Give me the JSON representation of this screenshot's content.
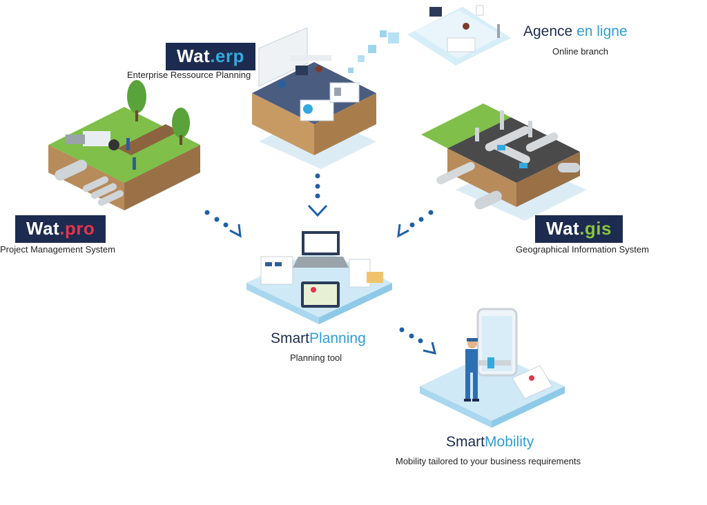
{
  "nodes": {
    "wat_erp": {
      "prefix": "Wat",
      "suffix": ".erp",
      "caption": "Enterprise Ressource Planning"
    },
    "wat_pro": {
      "prefix": "Wat",
      "suffix": ".pro",
      "caption": "Project Management System"
    },
    "wat_gis": {
      "prefix": "Wat",
      "suffix": ".gis",
      "caption": "Geographical Information System"
    },
    "agence": {
      "part1": "Agence ",
      "part2": "en ligne",
      "caption": "Online branch"
    },
    "smart_planning": {
      "part1": "Smart",
      "part2": "Planning",
      "caption": "Planning tool"
    },
    "smart_mobility": {
      "part1": "Smart",
      "part2": "Mobility",
      "caption": "Mobility tailored to your business requirements"
    }
  },
  "colors": {
    "navy": "#1c2b4f",
    "accent_blue": "#2d9fd8",
    "red": "#e5344b",
    "green": "#8bc43f",
    "platform_light": "#d6eef8"
  },
  "icons": [
    "construction-site-icon",
    "office-icon",
    "online-branch-icon",
    "pipe-network-icon",
    "planning-devices-icon",
    "field-technician-icon",
    "flow-arrow-icon"
  ]
}
